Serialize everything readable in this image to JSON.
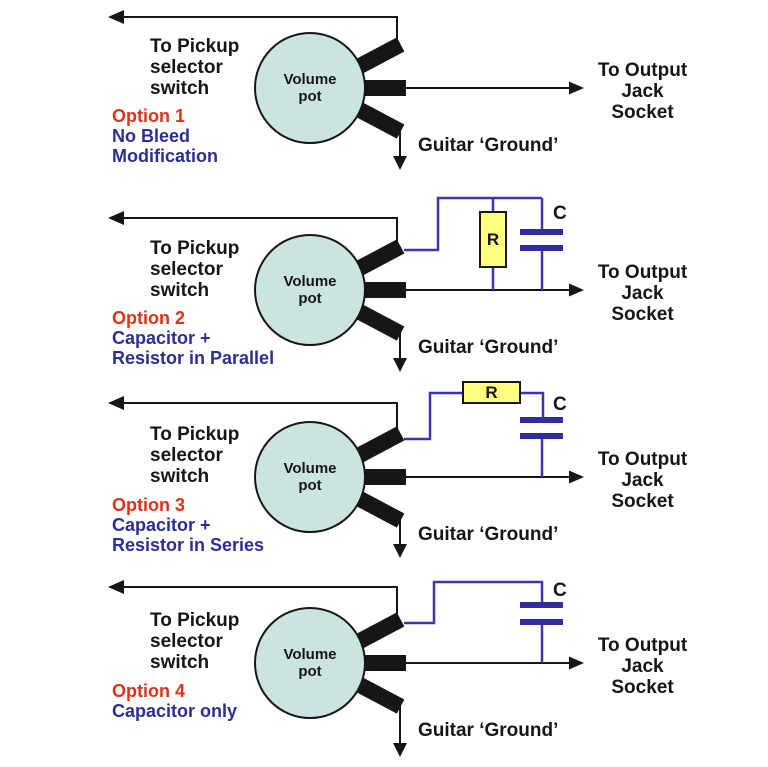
{
  "colors": {
    "option_red": "#df3319",
    "label_blue": "#2d2d96",
    "wire_blue": "#3b37a6",
    "capacitor_blue": "#322e9e",
    "pot_fill": "#cbe3e1",
    "resistor_yellow": "#feff7f",
    "wire_black": "#161616"
  },
  "shared": {
    "pickup_label": [
      "To Pickup",
      "selector",
      "switch"
    ],
    "pot_label": [
      "Volume",
      "pot"
    ],
    "output_label": [
      "To Output",
      "Jack",
      "Socket"
    ],
    "ground_label": "Guitar ‘Ground’"
  },
  "sections": [
    {
      "option_title": "Option 1",
      "option_desc": [
        "No Bleed",
        "Modification"
      ],
      "components": []
    },
    {
      "option_title": "Option 2",
      "option_desc": [
        "Capacitor +",
        "Resistor in Parallel"
      ],
      "components": [
        {
          "name": "resistor",
          "label": "R"
        },
        {
          "name": "capacitor",
          "label": "C"
        }
      ]
    },
    {
      "option_title": "Option 3",
      "option_desc": [
        "Capacitor +",
        "Resistor in Series"
      ],
      "components": [
        {
          "name": "resistor",
          "label": "R"
        },
        {
          "name": "capacitor",
          "label": "C"
        }
      ]
    },
    {
      "option_title": "Option 4",
      "option_desc": [
        "Capacitor only"
      ],
      "components": [
        {
          "name": "capacitor",
          "label": "C"
        }
      ]
    }
  ]
}
